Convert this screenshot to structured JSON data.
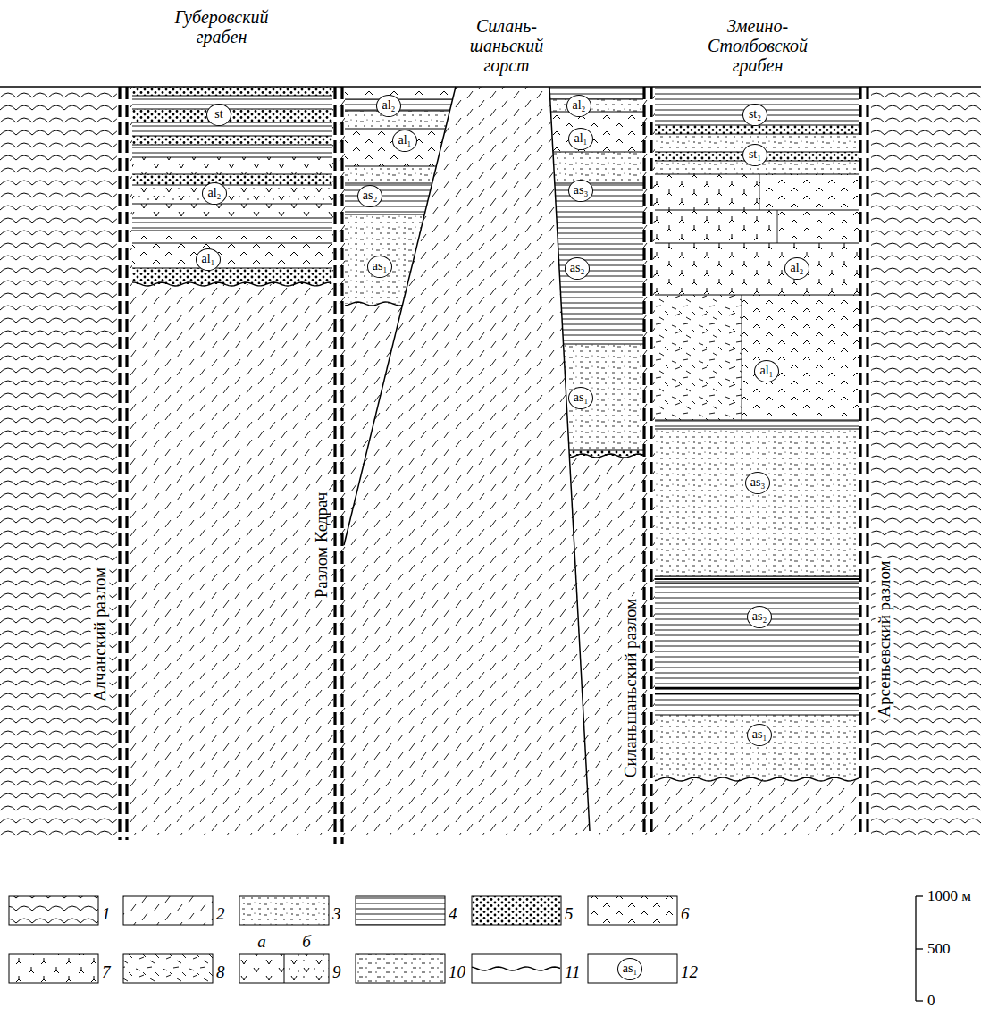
{
  "diagram": {
    "nodes": [
      {
        "text": [
          "st"
        ]
      },
      {
        "text": [
          "al₂"
        ]
      },
      {
        "text": [
          "al₁"
        ]
      },
      {
        "text": [
          "al₂"
        ]
      },
      {
        "text": [
          "al₁"
        ]
      },
      {
        "text": [
          "as₂"
        ]
      },
      {
        "text": [
          "as₁"
        ]
      },
      {
        "text": [
          "al₂"
        ]
      },
      {
        "text": [
          "al₁"
        ]
      },
      {
        "text": [
          "as₃"
        ]
      },
      {
        "text": [
          "as₂"
        ]
      },
      {
        "text": [
          "as₁"
        ]
      },
      {
        "text": [
          "st₂"
        ]
      },
      {
        "text": [
          "st₁"
        ]
      },
      {
        "text": [
          "al₂"
        ]
      },
      {
        "text": [
          "al₁"
        ]
      },
      {
        "text": [
          "as₃"
        ]
      },
      {
        "text": [
          "as₂"
        ]
      },
      {
        "text": [
          "as₁"
        ]
      },
      {
        "text": [
          "as₁"
        ]
      }
    ],
    "labels": [
      "Губеровский грабен",
      "Силань- шаньский горст",
      "Змеино- Столбовской грабен",
      "Алчанский разлом",
      "Разлом Кедрач",
      "Силаньшаньский разлом",
      "Арсеньевский разлом",
      "а",
      "б",
      "1000 м",
      "500",
      "0"
    ],
    "legend": [
      {
        "text": "1"
      },
      {
        "text": "2"
      },
      {
        "text": "3"
      },
      {
        "text": "4"
      },
      {
        "text": "5"
      },
      {
        "text": "6"
      },
      {
        "text": "7"
      },
      {
        "text": "8"
      },
      {
        "text": "9"
      },
      {
        "text": "10"
      },
      {
        "text": "11"
      },
      {
        "text": "12"
      }
    ]
  }
}
